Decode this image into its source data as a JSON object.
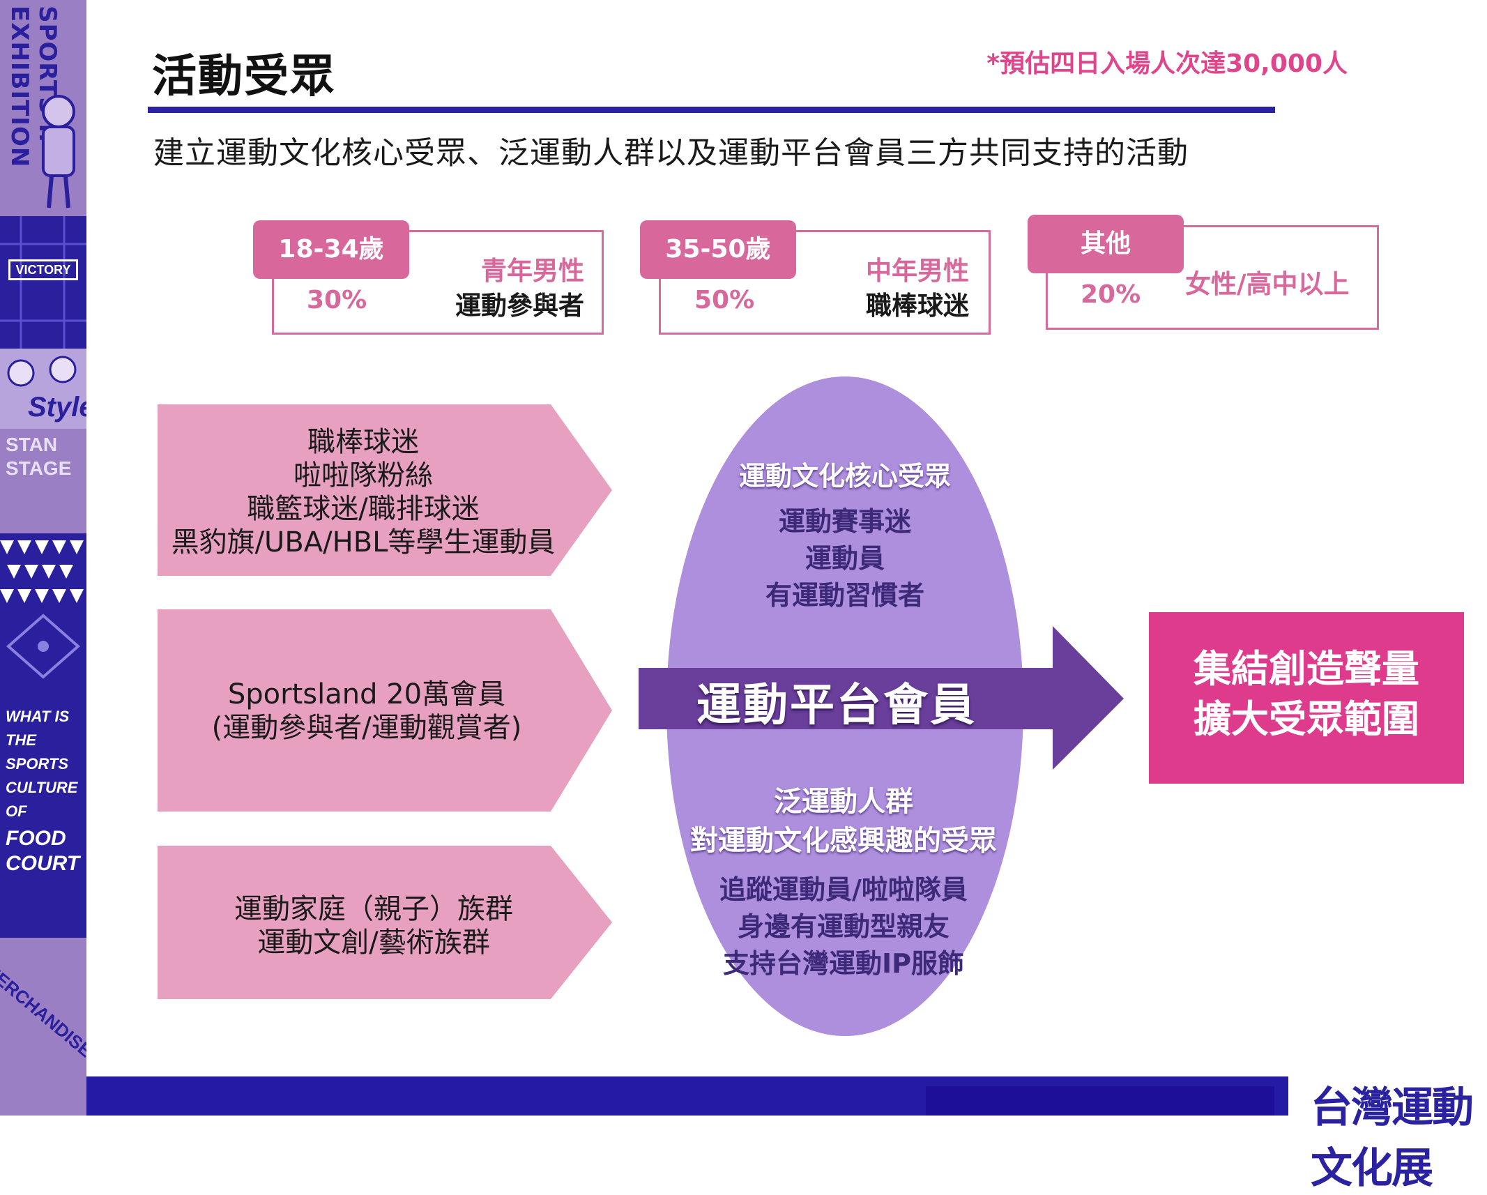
{
  "strip": {
    "segments": [
      {
        "name": "sports-ip-exhibition",
        "text": "SPORTS IP EXHIBITION"
      },
      {
        "name": "victory",
        "text": "VICTORY"
      },
      {
        "name": "style",
        "text": "Style"
      },
      {
        "name": "stan-stage",
        "text": "STAN STAGE"
      },
      {
        "name": "what-is-the-sports-culture",
        "text": "WHAT IS THE SPORTS CULTURE OF TAIWAN?"
      },
      {
        "name": "food-court",
        "text": "FOOD COURT"
      },
      {
        "name": "merchandise",
        "text": "MERCHANDISE"
      }
    ]
  },
  "header": {
    "title": "活動受眾",
    "note": "*預估四日入場人次達30,000人",
    "subtitle": "建立運動文化核心受眾、泛運動人群以及運動平台會員三方共同支持的活動"
  },
  "cards": [
    {
      "age": "18-34歲",
      "percent": "30%",
      "line1": "青年男性",
      "line2": "運動參與者"
    },
    {
      "age": "35-50歲",
      "percent": "50%",
      "line1": "中年男性",
      "line2": "職棒球迷"
    },
    {
      "age": "其他",
      "percent": "20%",
      "line1": "女性/高中以上",
      "line2": ""
    }
  ],
  "chevrons": [
    {
      "lines": [
        "職棒球迷",
        "啦啦隊粉絲",
        "職籃球迷/職排球迷",
        "黑豹旗/UBA/HBL等學生運動員"
      ]
    },
    {
      "lines": [
        "Sportsland 20萬會員",
        "(運動參與者/運動觀賞者)"
      ]
    },
    {
      "lines": [
        "運動家庭（親子）族群",
        "運動文創/藝術族群"
      ]
    }
  ],
  "ellipse": {
    "core_heading": "運動文化核心受眾",
    "core_items": [
      "運動賽事迷",
      "運動員",
      "有運動習慣者"
    ],
    "platform_label": "運動平台會員",
    "general_heading_1": "泛運動人群",
    "general_heading_2": "對運動文化感興趣的受眾",
    "general_items": [
      "追蹤運動員/啦啦隊員",
      "身邊有運動型親友",
      "支持台灣運動IP服飾"
    ]
  },
  "result": {
    "line1": "集結創造聲量",
    "line2": "擴大受眾範圍"
  },
  "footer": {
    "brand": "台灣運動文化展"
  },
  "colors": {
    "navy": "#2a22a0",
    "pink_accent": "#e0458b",
    "card_pink": "#d8679b",
    "chevron_pink": "#e8a0c0",
    "ellipse_purple": "#ad8fdd",
    "arrow_purple": "#6a3f9c",
    "result_magenta": "#de3b8c"
  }
}
